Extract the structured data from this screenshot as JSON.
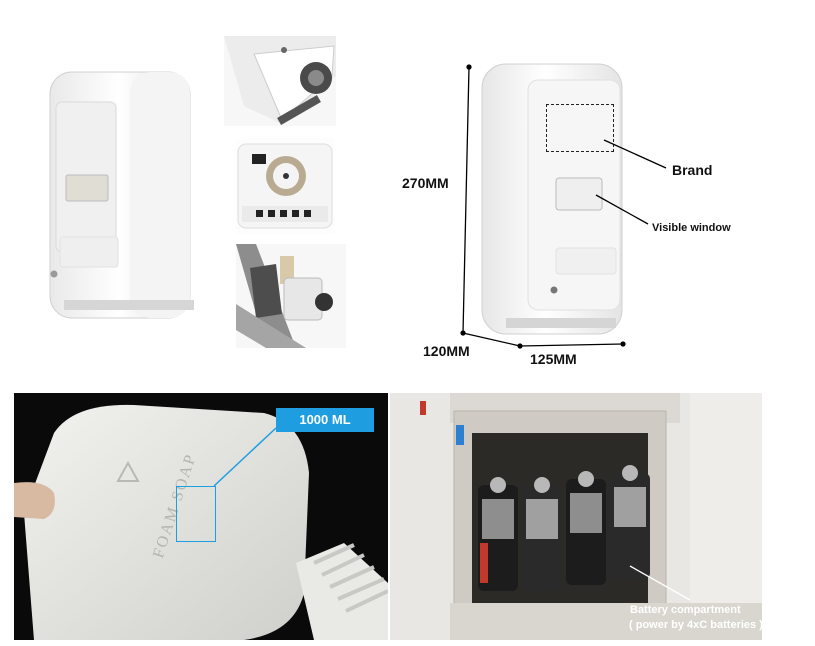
{
  "dimensions": {
    "height": "270MM",
    "depth": "120MM",
    "width": "125MM"
  },
  "callouts": {
    "brand": "Brand",
    "visible_window": "Visible window",
    "capacity": "1000 ML",
    "battery_line1": "Battery compartment",
    "battery_line2": "( power by 4xC batteries )"
  },
  "bottle_text": "FOAM SOAP",
  "colors": {
    "callout_blue": "#1e9ee0",
    "dimension_line": "#000000"
  }
}
